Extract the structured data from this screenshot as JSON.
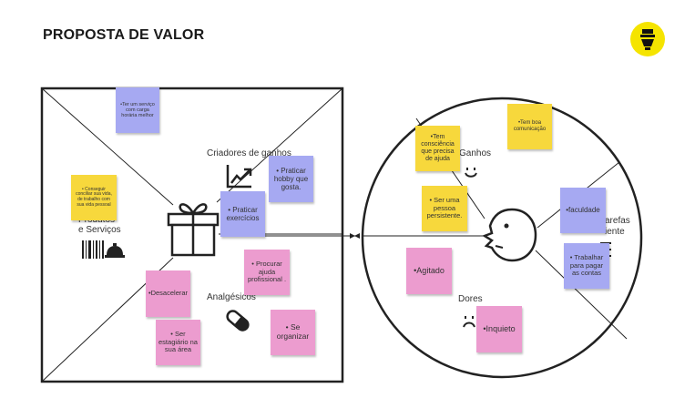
{
  "page": {
    "title": "PROPOSTA DE VALOR"
  },
  "colors": {
    "note_yellow": "#f7d83c",
    "note_blue": "#a6a9f2",
    "note_pink": "#ec9ccf",
    "line": "#222222"
  },
  "logo": {
    "icon": "strategyzer-logo-icon"
  },
  "value_map": {
    "sections": {
      "gain_creators": "Criadores de ganhos",
      "products_services": "e Serviços",
      "products_hidden": "Produtos",
      "pain_relievers": "Analgésicos"
    },
    "icons": [
      "gift-icon",
      "growth-chart-icon",
      "barcode-icon",
      "service-bell-icon",
      "pill-icon"
    ]
  },
  "customer_profile": {
    "sections": {
      "gains": "Ganhos",
      "pains": "Dores",
      "jobs": "Tarefas do cliente",
      "jobs_visible": "arefas\niente"
    },
    "icons": [
      "smiley-icon",
      "sad-face-icon",
      "customer-face-icon",
      "list-icon"
    ]
  },
  "notes": [
    {
      "id": "note-carga-horaria",
      "color": "blue",
      "text": "•Ter um serviço com carga horária melhor"
    },
    {
      "id": "note-conseguir-conciliar",
      "color": "yellow",
      "text": "• Conseguir conciliar sua vida, de trabalho com sua vida pessoal"
    },
    {
      "id": "note-praticar-hobby",
      "color": "blue",
      "text": "• Praticar hobby que gosta."
    },
    {
      "id": "note-praticar-exercicios",
      "color": "blue",
      "text": "• Praticar exercícios"
    },
    {
      "id": "note-procurar-ajuda",
      "color": "pink",
      "text": "• Procurar ajuda profissional ."
    },
    {
      "id": "note-desacelerar",
      "color": "pink",
      "text": "•Desacelerar"
    },
    {
      "id": "note-estagiario",
      "color": "pink",
      "text": "• Ser estagiário na sua área"
    },
    {
      "id": "note-se-organizar",
      "color": "pink",
      "text": "• Se organizar"
    },
    {
      "id": "note-consciencia",
      "color": "yellow",
      "text": "•Tem consciência que precisa de ajuda"
    },
    {
      "id": "note-boa-comunicacao",
      "color": "yellow",
      "text": "•Tem boa comunicação"
    },
    {
      "id": "note-persistente",
      "color": "yellow",
      "text": "• Ser uma pessoa persistente."
    },
    {
      "id": "note-faculdade",
      "color": "blue",
      "text": "•faculdade"
    },
    {
      "id": "note-trabalhar",
      "color": "blue",
      "text": "• Trabalhar para pagar as contas"
    },
    {
      "id": "note-agitado",
      "color": "pink",
      "text": "•Agitado"
    },
    {
      "id": "note-inquieto",
      "color": "pink",
      "text": "•Inquieto"
    }
  ]
}
